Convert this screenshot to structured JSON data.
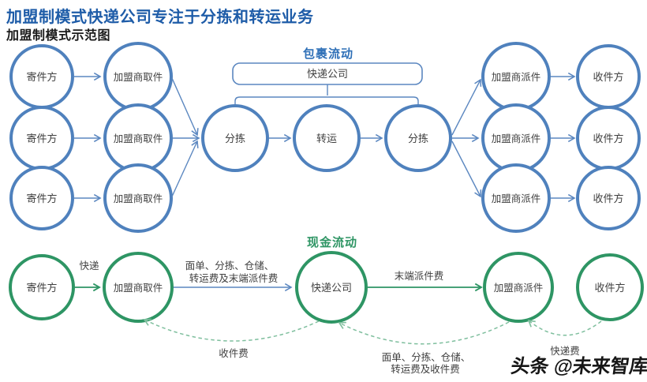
{
  "header": {
    "title": "加盟制模式快递公司专注于分拣和转运业务",
    "subtitle": "加盟制模式示范图"
  },
  "package_flow": {
    "section_label": "包裹流动",
    "company_box_label": "快递公司",
    "senders": [
      "寄件方",
      "寄件方",
      "寄件方"
    ],
    "pickups": [
      "加盟商取件",
      "加盟商取件",
      "加盟商取件"
    ],
    "sort_in_label": "分拣",
    "transfer_label": "转运",
    "sort_out_label": "分拣",
    "dispatchers": [
      "加盟商派件",
      "加盟商派件",
      "加盟商派件"
    ],
    "receivers": [
      "收件方",
      "收件方",
      "收件方"
    ]
  },
  "cash_flow": {
    "section_label": "现金流动",
    "sender_label": "寄件方",
    "pickup_label": "加盟商取件",
    "company_label": "快递公司",
    "dispatcher_label": "加盟商派件",
    "receiver_label": "收件方",
    "arrow_express_label": "快递",
    "arrow_fees_line1": "面单、分拣、仓储、",
    "arrow_fees_line2": "转运费及末端派件费",
    "arrow_lastmile_label": "末端派件费",
    "back_pickup_fee_label": "收件费",
    "back_fees_line1": "面单、分拣、仓储、",
    "back_fees_line2": "转运费及收件费",
    "back_express_fee_label": "快递费"
  },
  "colors": {
    "title_blue": "#1e5ca8",
    "node_blue": "#4f81bd",
    "arrow_blue": "#5b87c0",
    "node_green": "#2e9564",
    "dashed_green": "#7fbf9e",
    "text_dark": "#3f3f3f"
  },
  "watermark": "头条 @未来智库"
}
